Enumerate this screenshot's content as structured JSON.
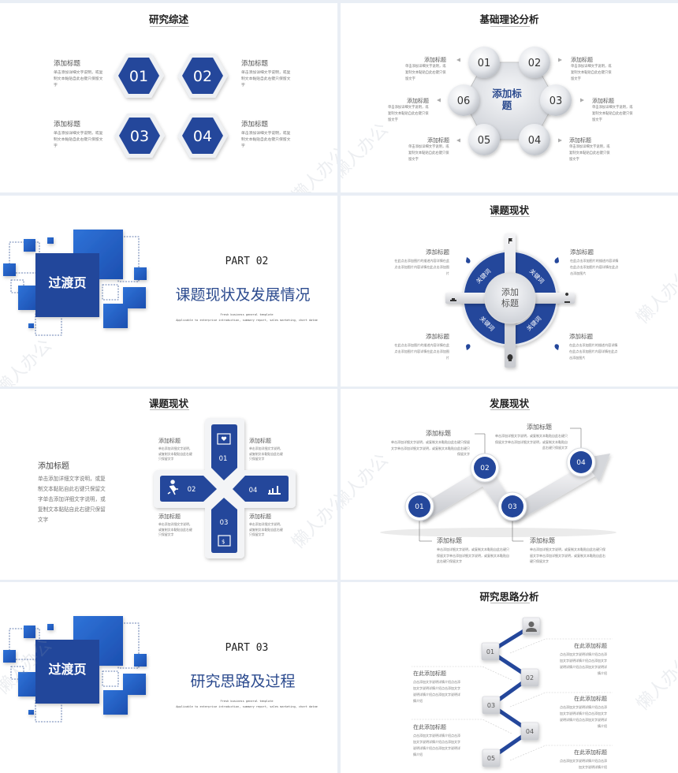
{
  "watermark": "懒人办公",
  "colors": {
    "primary_blue": "#24479b",
    "bright_blue": "#2a66cc",
    "background": "#e9eef5"
  },
  "s1": {
    "title": "研究综述",
    "items": [
      {
        "num": "01",
        "title": "添加标题",
        "body": "单击添加详细文字说明，或复制文本黏贴自此右键只保留文字"
      },
      {
        "num": "02",
        "title": "添加标题",
        "body": "单击添加详细文字说明，或复制文本黏贴自此右键只保留文字"
      },
      {
        "num": "03",
        "title": "添加标题",
        "body": "单击添加详细文字说明，或复制文本黏贴自此右键只保留文字"
      },
      {
        "num": "04",
        "title": "添加标题",
        "body": "单击添加详细文字说明，或复制文本黏贴自此右键只保留文字"
      }
    ]
  },
  "s2": {
    "title": "基础理论分析",
    "center": "添加标题",
    "items": [
      {
        "num": "01",
        "title": "添加标题",
        "body": "单击添加详细文字说明，或复制文本黏贴自此右键只保留文字"
      },
      {
        "num": "02",
        "title": "添加标题",
        "body": "单击添加详细文字说明，或复制文本黏贴自此右键只保留文字"
      },
      {
        "num": "03",
        "title": "添加标题",
        "body": "单击添加详细文字说明，或复制文本黏贴自此右键只保留文字"
      },
      {
        "num": "04",
        "title": "添加标题",
        "body": "单击添加详细文字说明，或复制文本黏贴自此右键只保留文字"
      },
      {
        "num": "05",
        "title": "添加标题",
        "body": "单击添加详细文字说明，或复制文本黏贴自此右键只保留文字"
      },
      {
        "num": "06",
        "title": "添加标题",
        "body": "单击添加详细文字说明，或复制文本黏贴自此右键只保留文字"
      }
    ]
  },
  "s3": {
    "badge": "过渡页",
    "part": "PART 02",
    "title": "课题现状及发展情况",
    "en1": "Fresh business general template",
    "en2": "Applicable to enterprise introduction, summary report, sales marketing, chart datae"
  },
  "s4": {
    "title": "课题现状",
    "center": "添加标题",
    "keyword": "关键词",
    "items": [
      {
        "title": "添加标题",
        "body": "在此点击添加图片的描述内容详情在此点击添加图片内容详情在此点击添加图片"
      },
      {
        "title": "添加标题",
        "body": "在此点击添加图片的描述内容详情在此点击添加图片内容详情在此点击添加图片"
      },
      {
        "title": "添加标题",
        "body": "在此点击添加图片的描述内容详情在此点击添加图片内容详情在此点击添加图片"
      },
      {
        "title": "添加标题",
        "body": "在此点击添加图片的描述内容详情在此点击添加图片内容详情在此点击添加图片"
      }
    ]
  },
  "s5": {
    "title": "课题现状",
    "main_title": "添加标题",
    "main_body": "单击添加详细文字说明，或复制文本黏贴自此右键只保留文字单击添加详细文字说明，或复制文本黏贴自此右键只保留文字",
    "items": [
      {
        "num": "01",
        "title": "添加标题",
        "body": "单击添加详细文字说明，或复制文本黏贴自此右键只保留文字"
      },
      {
        "num": "02",
        "title": "添加标题",
        "body": "单击添加详细文字说明，或复制文本黏贴自此右键只保留文字"
      },
      {
        "num": "03",
        "title": "添加标题",
        "body": "单击添加详细文字说明，或复制文本黏贴自此右键只保留文字"
      },
      {
        "num": "04",
        "title": "添加标题",
        "body": "单击添加详细文字说明，或复制文本黏贴自此右键只保留文字"
      }
    ]
  },
  "s6": {
    "title": "发展现状",
    "items": [
      {
        "num": "01",
        "title": "添加标题",
        "body": "单击添加详细文字说明，或复制文本黏贴自此右键只保留文字单击添加详细文字说明，或复制文本黏贴自此右键只保留文字"
      },
      {
        "num": "02",
        "title": "添加标题",
        "body": "单击添加详细文字说明，或复制文本黏贴自此右键只保留文字单击添加详细文字说明，或复制文本黏贴自此右键只保留文字"
      },
      {
        "num": "03",
        "title": "添加标题",
        "body": "单击添加详细文字说明，或复制文本黏贴自此右键只保留文字单击添加详细文字说明，或复制文本黏贴自此右键只保留文字"
      },
      {
        "num": "04",
        "title": "添加标题",
        "body": "单击添加详细文字说明，或复制文本黏贴自此右键只保留文字单击添加详细文字说明，或复制文本黏贴自此右键只保留文字"
      }
    ]
  },
  "s7": {
    "badge": "过渡页",
    "part": "PART 03",
    "title": "研究思路及过程",
    "en1": "Fresh business general template",
    "en2": "Applicable to enterprise introduction, summary report, sales marketing, chart datae"
  },
  "s8": {
    "title": "研究思路分析",
    "nums": [
      "01",
      "02",
      "03",
      "04",
      "05"
    ],
    "items": [
      {
        "title": "在此添加标题",
        "body": "点击添加文字说明详情介绍点击添加文字说明详情介绍点击添加文字说明详情介绍点击添加文字说明详情介绍"
      },
      {
        "title": "在此添加标题",
        "body": "点击添加文字说明详情介绍点击添加文字说明详情介绍点击添加文字说明详情介绍点击添加文字说明详情介绍"
      },
      {
        "title": "在此添加标题",
        "body": "点击添加文字说明详情介绍点击添加文字说明详情介绍点击添加文字说明详情介绍点击添加文字说明详情介绍"
      },
      {
        "title": "在此添加标题",
        "body": "点击添加文字说明详情介绍点击添加文字说明详情介绍点击添加文字说明详情介绍点击添加文字说明详情介绍"
      },
      {
        "title": "在此添加标题",
        "body": "点击添加文字说明详情介绍点击添加文字说明详情介绍"
      }
    ]
  }
}
